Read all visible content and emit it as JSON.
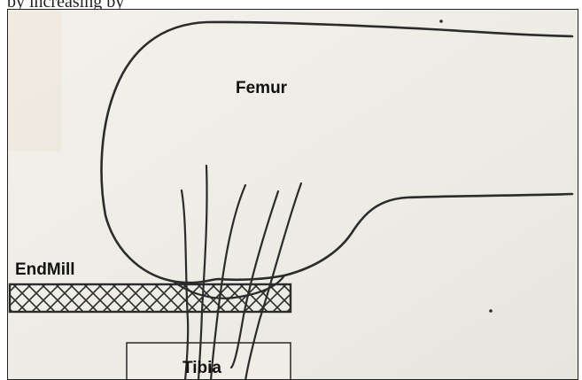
{
  "caption_fragment": "by increasing by",
  "labels": {
    "femur": "Femur",
    "endmill": "EndMill",
    "tibia": "Tibia"
  },
  "colors": {
    "paper": "#efede6",
    "ink": "#2b2b2b",
    "frame": "#222222"
  }
}
